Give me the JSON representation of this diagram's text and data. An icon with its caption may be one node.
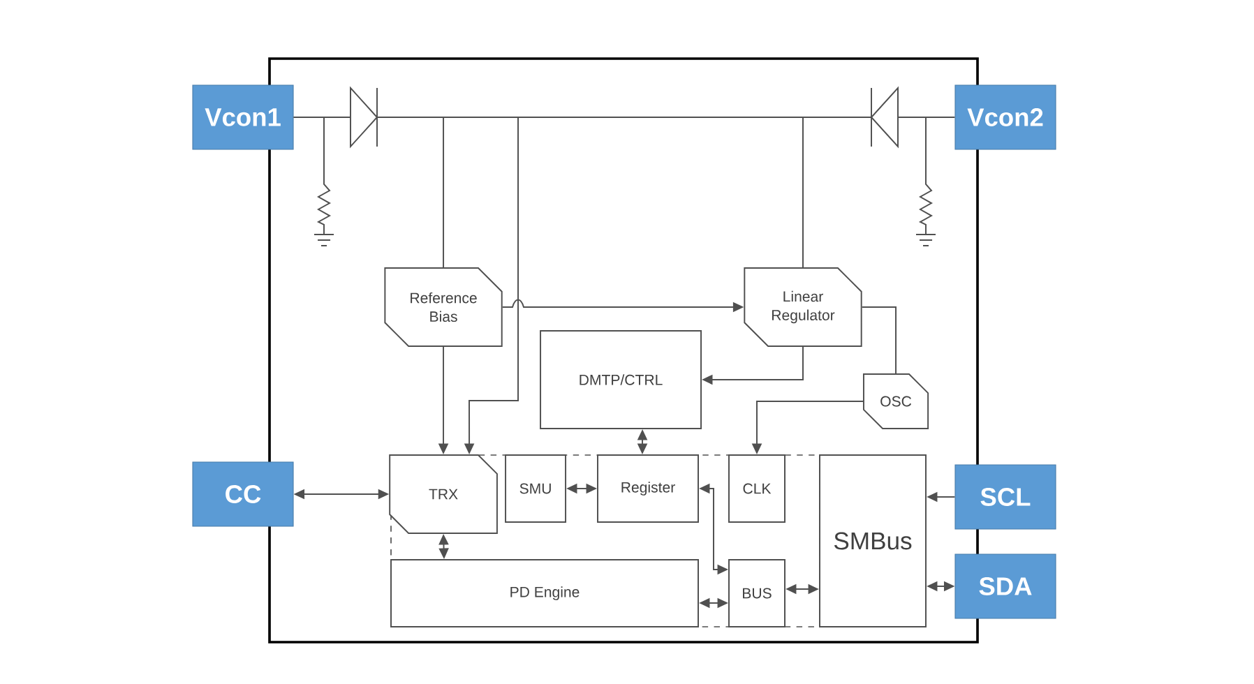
{
  "diagram": {
    "nodes": [
      {
        "text": [
          "Vcon1"
        ]
      },
      {
        "text": [
          "Vcon2"
        ]
      },
      {
        "text": [
          "CC"
        ]
      },
      {
        "text": [
          "SCL"
        ]
      },
      {
        "text": [
          "SDA"
        ]
      },
      {
        "text": [
          "Reference Bias"
        ]
      },
      {
        "text": [
          "Linear Regulator"
        ]
      },
      {
        "text": [
          "DMTP/CTRL"
        ]
      },
      {
        "text": [
          "OSC"
        ]
      },
      {
        "text": [
          "TRX"
        ]
      },
      {
        "text": [
          "SMU"
        ]
      },
      {
        "text": [
          "Register"
        ]
      },
      {
        "text": [
          "CLK"
        ]
      },
      {
        "text": [
          "SMBus"
        ]
      },
      {
        "text": [
          "PD Engine"
        ]
      },
      {
        "text": [
          "BUS"
        ]
      }
    ],
    "edges": [
      {
        "from": 0,
        "to": 5,
        "arrow": "none"
      },
      {
        "from": 0,
        "to": 9,
        "arrow": "to"
      },
      {
        "from": 1,
        "to": 6,
        "arrow": "none"
      },
      {
        "from": 5,
        "to": 9,
        "arrow": "to"
      },
      {
        "from": 5,
        "to": 6,
        "arrow": "to"
      },
      {
        "from": 6,
        "to": 7,
        "arrow": "to"
      },
      {
        "from": 6,
        "to": 8,
        "arrow": "none"
      },
      {
        "from": 8,
        "to": 12,
        "arrow": "to"
      },
      {
        "from": 2,
        "to": 9,
        "arrow": "both"
      },
      {
        "from": 10,
        "to": 11,
        "arrow": "both"
      },
      {
        "from": 7,
        "to": 11,
        "arrow": "both"
      },
      {
        "from": 9,
        "to": 14,
        "arrow": "both"
      },
      {
        "from": 11,
        "to": 15,
        "arrow": "both"
      },
      {
        "from": 14,
        "to": 15,
        "arrow": "both"
      },
      {
        "from": 15,
        "to": 13,
        "arrow": "both"
      },
      {
        "from": 3,
        "to": 13,
        "arrow": "to"
      },
      {
        "from": 4,
        "to": 13,
        "arrow": "both"
      }
    ]
  }
}
